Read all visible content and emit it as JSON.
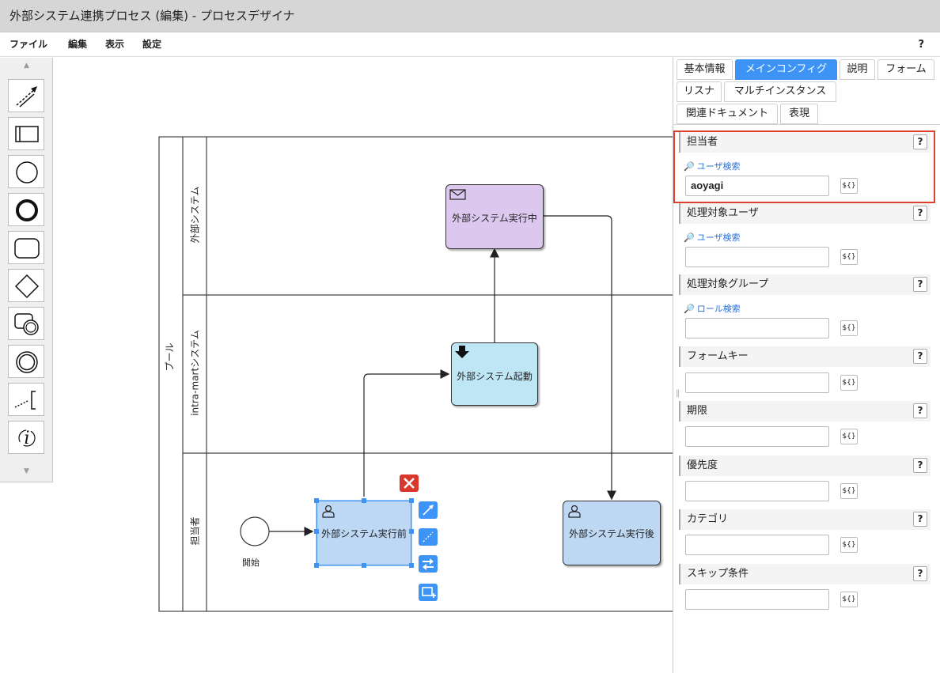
{
  "window": {
    "title": "外部システム連携プロセス (編集) - プロセスデザイナ"
  },
  "menu": {
    "items": [
      "ファイル",
      "編集",
      "表示",
      "設定"
    ],
    "help": "?"
  },
  "palette": {
    "tools": [
      "connect-arrow-icon",
      "lane-icon",
      "start-event-icon",
      "end-event-icon",
      "task-icon",
      "gateway-icon",
      "subprocess-icon",
      "intermediate-event-icon",
      "annotation-icon",
      "info-icon"
    ]
  },
  "diagram": {
    "pool_label": "プール",
    "lanes": [
      "外部システム",
      "intra-martシステム",
      "担当者"
    ],
    "nodes": {
      "running": "外部システム実行中",
      "launch": "外部システム起動",
      "before": "外部システム実行前",
      "after": "外部システム実行後",
      "start": "開始"
    },
    "colors": {
      "purple": "#dcc8ee",
      "cyan": "#bfe6f5",
      "blue": "#bed8f3",
      "selected_blue": "#bcd8f4",
      "accent": "#3d94f6",
      "delete": "#d9372c"
    }
  },
  "panel": {
    "tabs_row1": [
      "基本情報",
      "メインコンフィグ",
      "説明",
      "フォーム"
    ],
    "tabs_row2": [
      "リスナ",
      "マルチインスタンス"
    ],
    "tabs_row3": [
      "関連ドキュメント",
      "表現"
    ],
    "active_tab": "メインコンフィグ",
    "fields": [
      {
        "label": "担当者",
        "link": "ユーザ検索",
        "value": "aoyagi"
      },
      {
        "label": "処理対象ユーザ",
        "link": "ユーザ検索",
        "value": ""
      },
      {
        "label": "処理対象グループ",
        "link": "ロール検索",
        "value": ""
      },
      {
        "label": "フォームキー",
        "value": ""
      },
      {
        "label": "期限",
        "value": ""
      },
      {
        "label": "優先度",
        "value": ""
      },
      {
        "label": "カテゴリ",
        "value": ""
      },
      {
        "label": "スキップ条件",
        "value": ""
      }
    ],
    "help": "?",
    "expr_label": "${}"
  }
}
